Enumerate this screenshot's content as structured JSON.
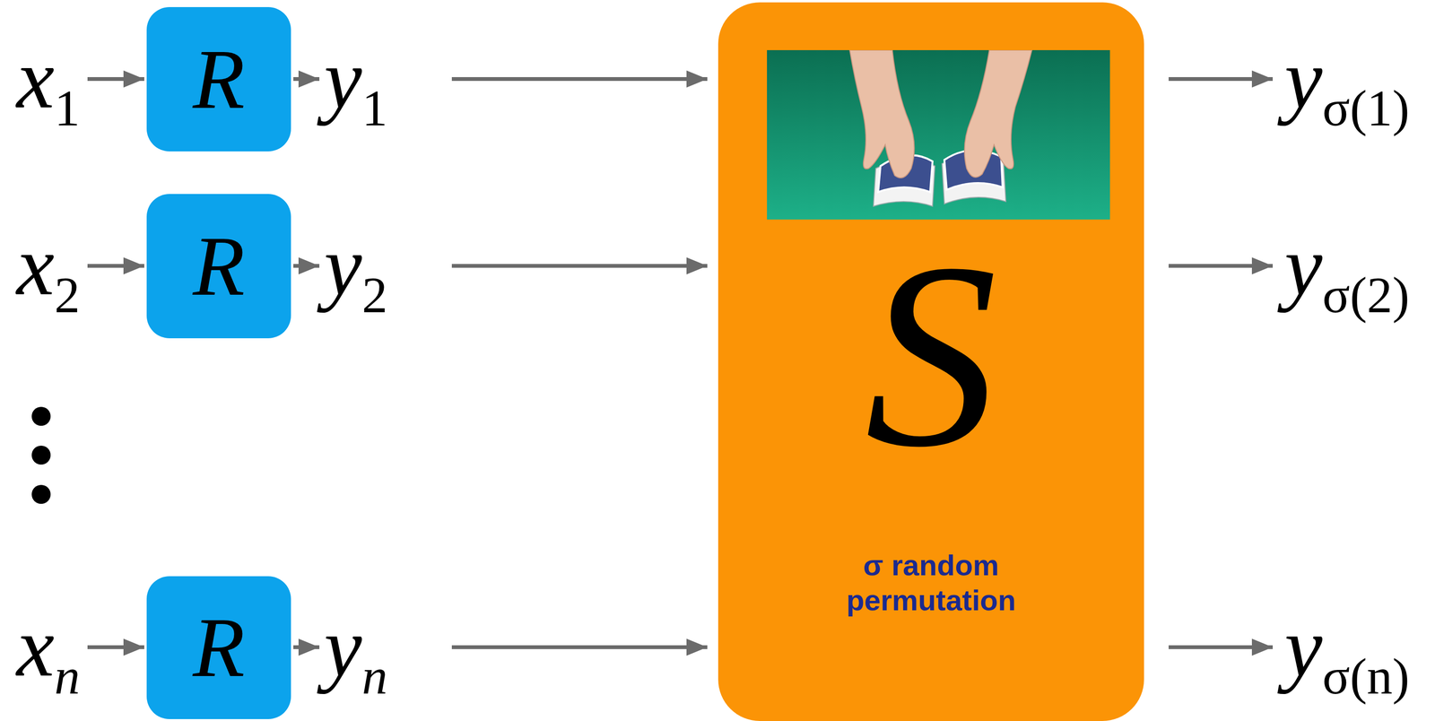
{
  "diagram": {
    "nodes": [
      {
        "text": [
          "R"
        ]
      },
      {
        "text": [
          "R"
        ]
      },
      {
        "text": [
          "R"
        ]
      },
      {
        "text": [
          "S",
          "σ random permutation"
        ]
      }
    ],
    "labels": [
      "x1",
      "y1",
      "yσ(1)",
      "x2",
      "y2",
      "yσ(2)",
      "xn",
      "yn",
      "yσ(n)"
    ]
  }
}
